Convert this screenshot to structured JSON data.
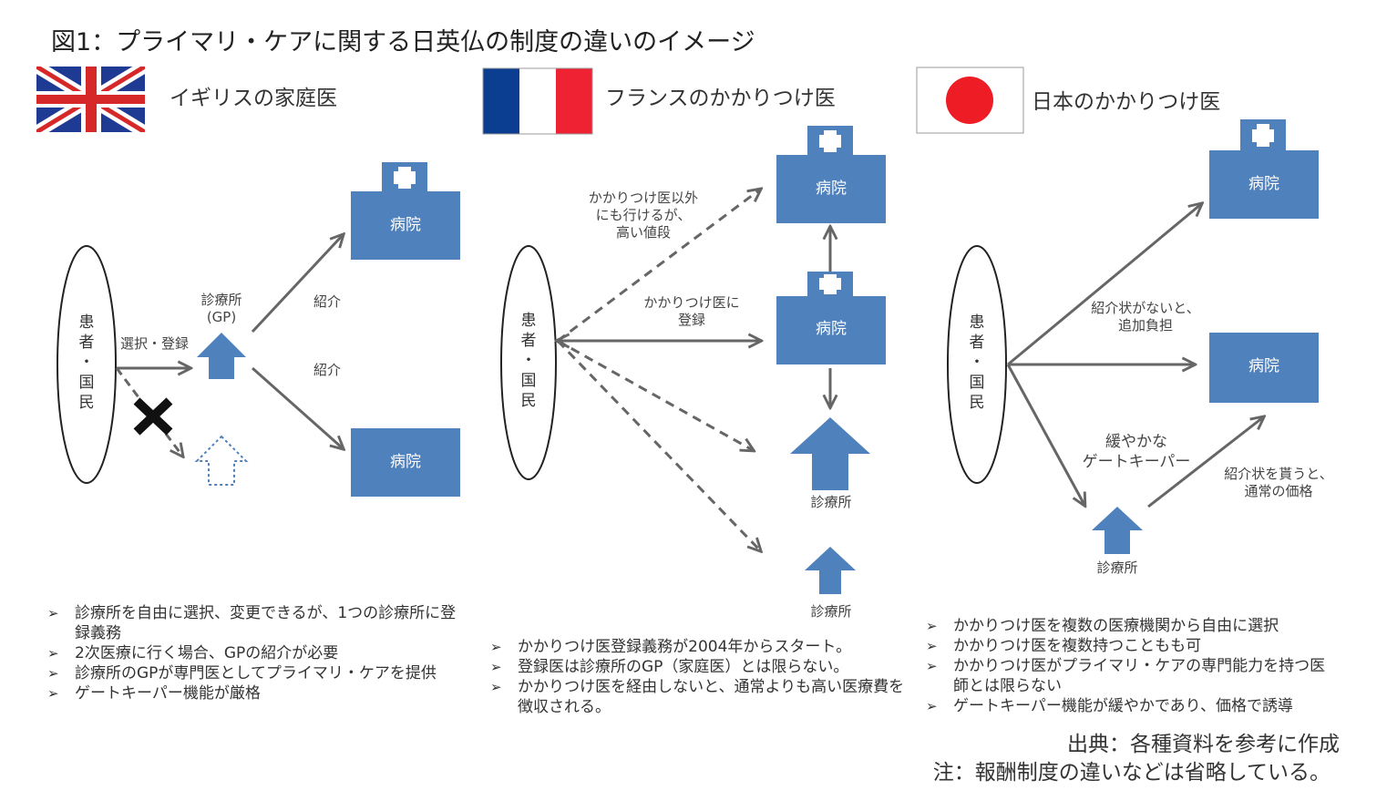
{
  "title": "図1：プライマリ・ケアに関する日英仏の制度の違いのイメージ",
  "countries": {
    "uk": "イギリスの家庭医",
    "fr": "フランスのかかりつけ医",
    "jp": "日本のかかりつけ医"
  },
  "patient_label": [
    "患",
    "者",
    "・",
    "国",
    "民"
  ],
  "colors": {
    "box": "#4F81BD",
    "arrow": "#666666",
    "uk_blue": "#1F3A93",
    "uk_red": "#D62828",
    "fr_blue": "#0B3D91",
    "fr_red": "#EE2233",
    "jp_red": "#EE1C25"
  },
  "uk": {
    "clinic_label": "診療所",
    "clinic_sub": "(GP)",
    "select_label": "選択・登録",
    "referral1": "紹介",
    "referral2": "紹介",
    "hospital1": "病院",
    "hospital2": "病院",
    "bullets": [
      "診療所を自由に選択、変更できるが、1つの診療所に登録義務",
      "2次医療に行く場合、GPの紹介が必要",
      "診療所のGPが専門医としてプライマリ・ケアを提供",
      "ゲートキーパー機能が厳格"
    ]
  },
  "fr": {
    "other_label": [
      "かかりつけ医以外",
      "にも行けるが、",
      "高い値段"
    ],
    "register_label": [
      "かかりつけ医に",
      "登録"
    ],
    "hospital1": "病院",
    "hospital2": "病院",
    "clinic1": "診療所",
    "clinic2": "診療所",
    "bullets": [
      "かかりつけ医登録義務が2004年からスタート。",
      "登録医は診療所のGP（家庭医）とは限らない。",
      "かかりつけ医を経由しないと、通常よりも高い医療費を徴収される。"
    ]
  },
  "jp": {
    "no_letter_label": [
      "紹介状がないと、",
      "追加負担"
    ],
    "loose_label": [
      "緩やかな",
      "ゲートキーパー"
    ],
    "letter_label": [
      "紹介状を貰うと、",
      "通常の価格"
    ],
    "hospital1": "病院",
    "hospital2": "病院",
    "clinic": "診療所",
    "bullets": [
      "かかりつけ医を複数の医療機関から自由に選択",
      "かかりつけ医を複数持つこともも可",
      "かかりつけ医がプライマリ・ケアの専門能力を持つ医師とは限らない",
      "ゲートキーパー機能が緩やかであり、価格で誘導"
    ]
  },
  "source": "出典：各種資料を参考に作成",
  "note": "注：報酬制度の違いなどは省略している。"
}
